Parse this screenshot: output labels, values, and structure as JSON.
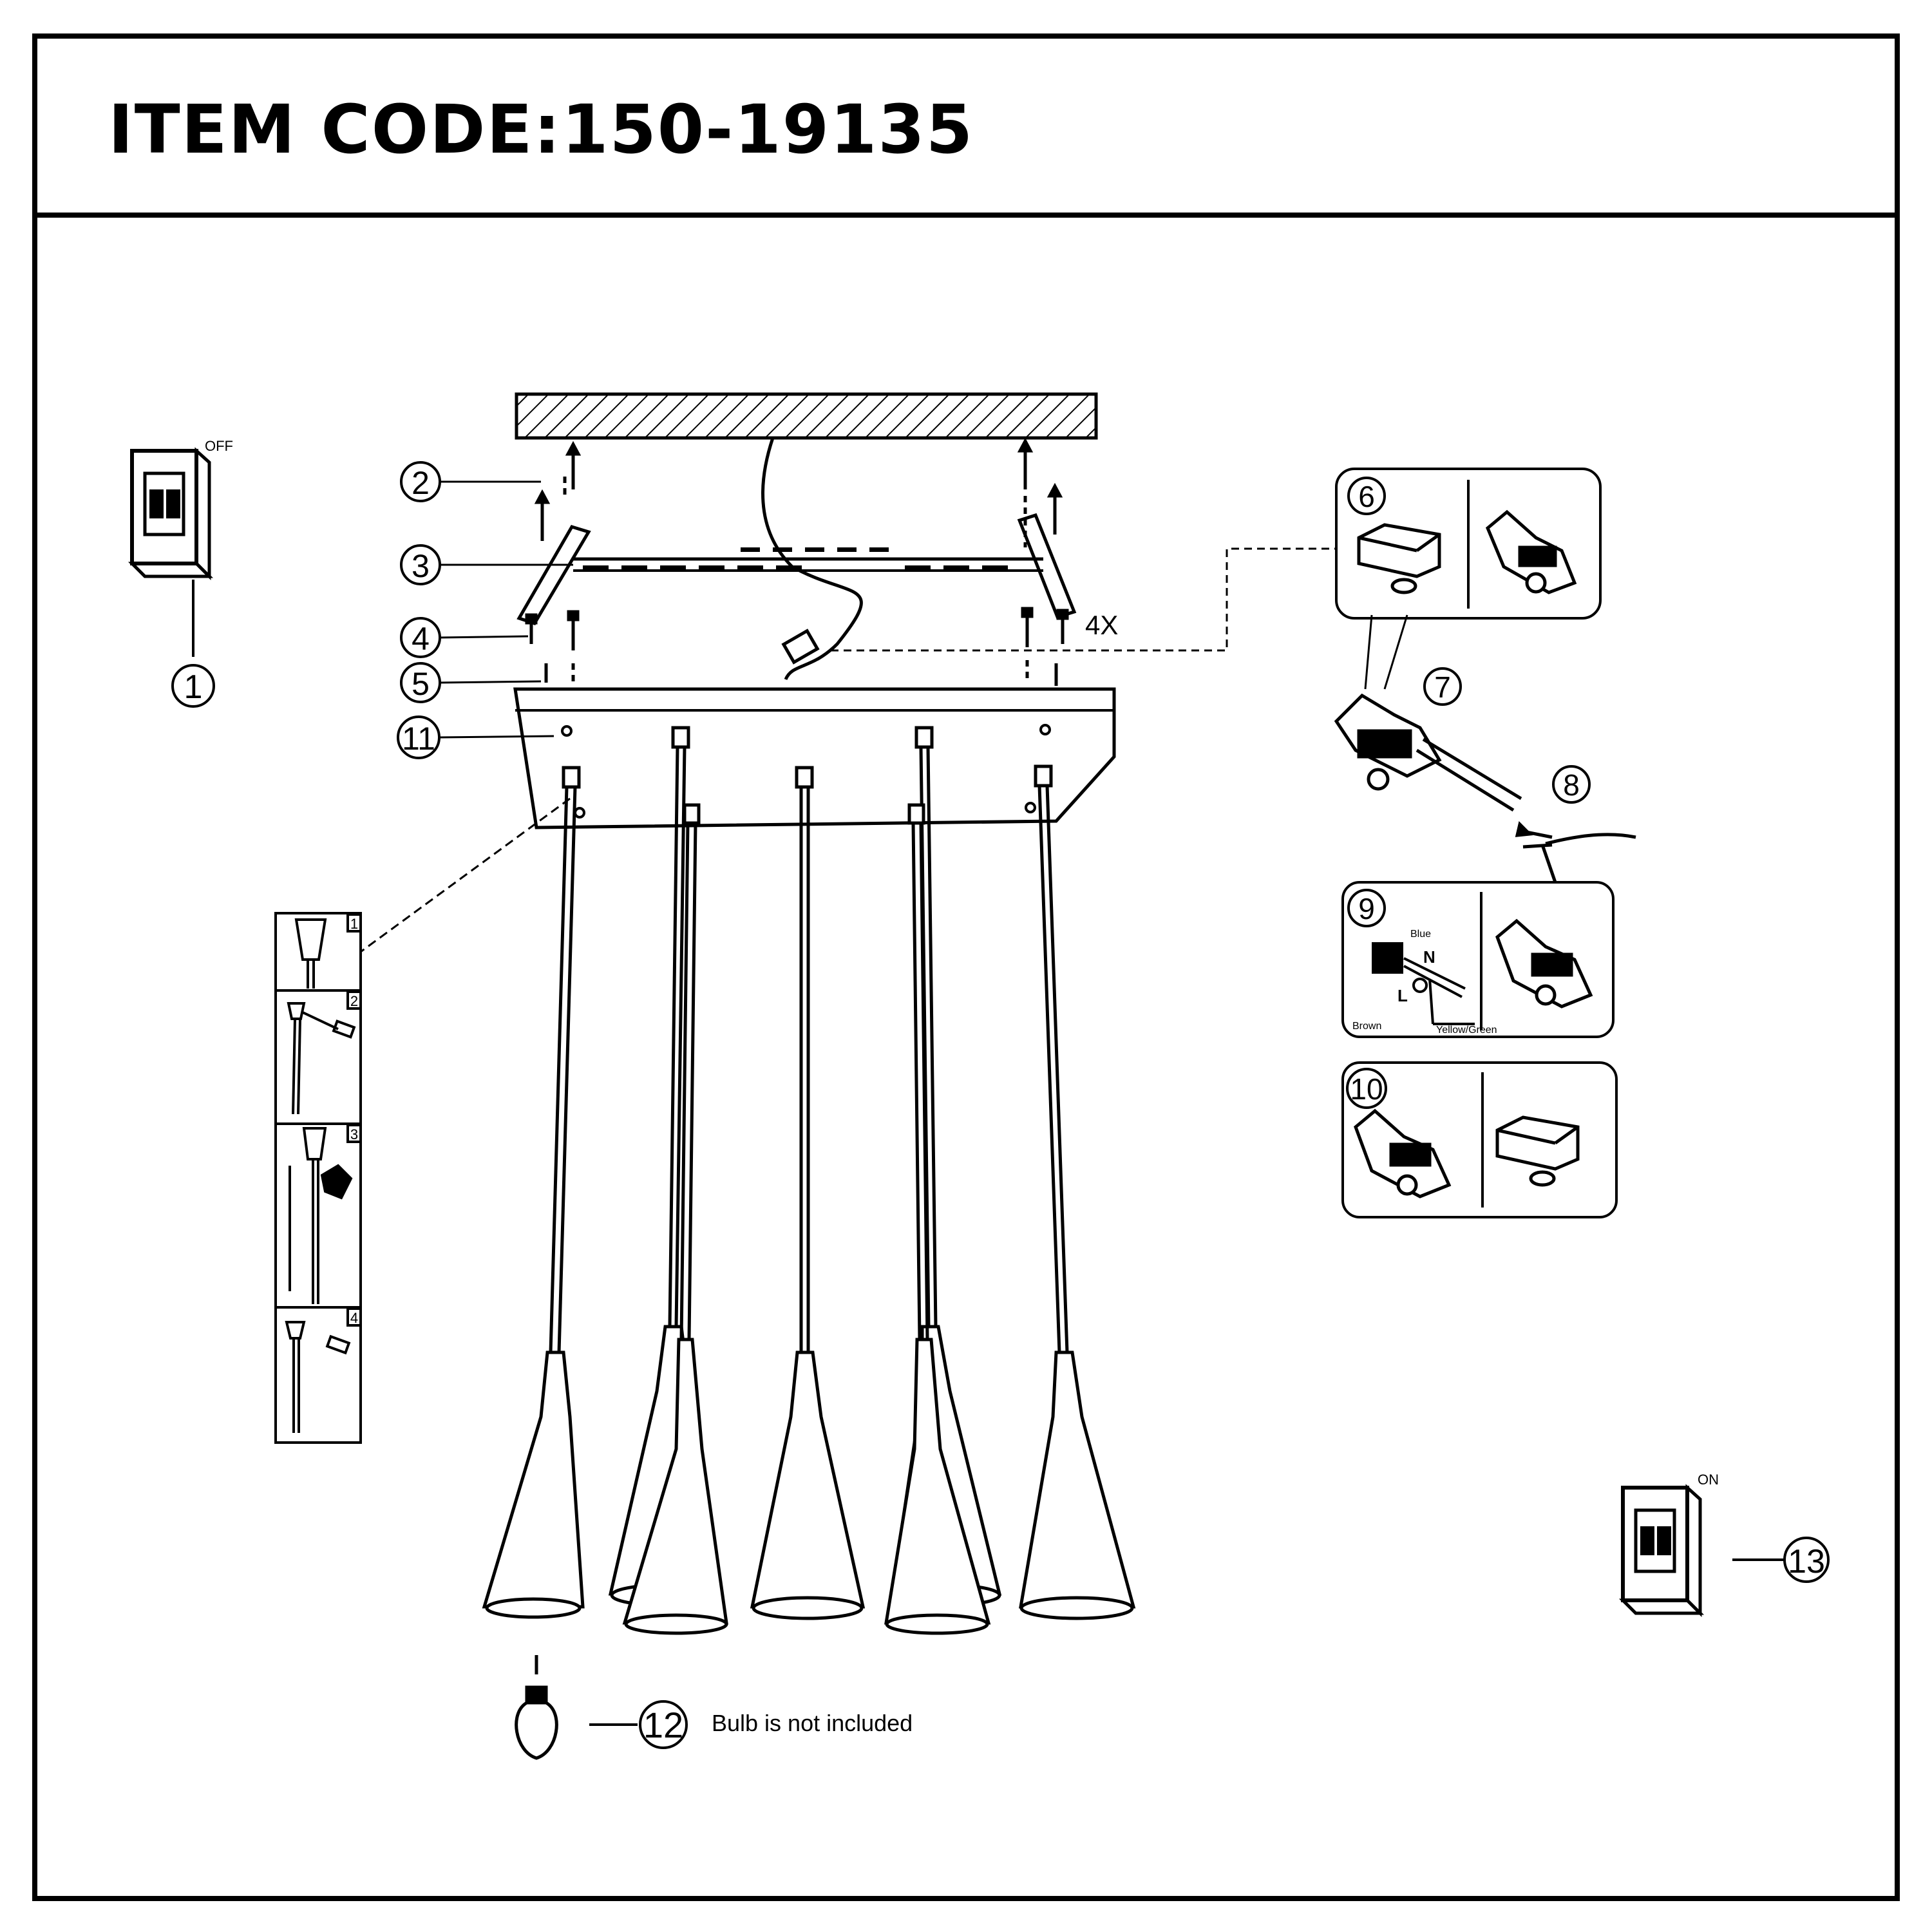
{
  "header": {
    "title": "ITEM CODE:150-19135"
  },
  "switch_off": {
    "state_label": "OFF",
    "step": "1"
  },
  "switch_on": {
    "state_label": "ON",
    "step": "13"
  },
  "callouts": [
    "2",
    "3",
    "4",
    "5",
    "11"
  ],
  "quantity_label": "4X",
  "wiring_steps": {
    "s6": "6",
    "s7": "7",
    "s8": "8",
    "s9": "9",
    "s10": "10"
  },
  "wire_labels": {
    "blue": "Blue",
    "neutral": "N",
    "live": "L",
    "brown": "Brown",
    "earth": "Yellow/Green"
  },
  "height_panel": {
    "steps": [
      "1",
      "2",
      "3",
      "4"
    ]
  },
  "bulb": {
    "step": "12",
    "note": "Bulb is not included"
  },
  "colors": {
    "line": "#000000",
    "background": "#ffffff"
  }
}
